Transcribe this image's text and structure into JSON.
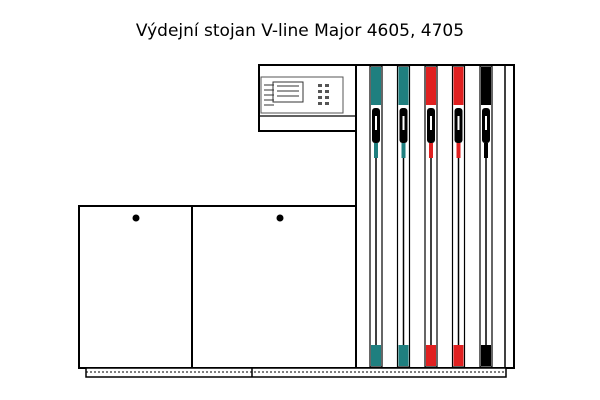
{
  "title": "Výdejní stojan V-line Major 4605, 4705",
  "colors": {
    "outline": "#000000",
    "background": "#ffffff",
    "hose_teal": "#1f7f7f",
    "hose_red": "#e02020",
    "hose_black": "#000000"
  },
  "nozzles": [
    {
      "name": "nozzle-teal-1",
      "color": "#1f7f7f"
    },
    {
      "name": "nozzle-teal-2",
      "color": "#1f7f7f"
    },
    {
      "name": "nozzle-red-1",
      "color": "#e02020"
    },
    {
      "name": "nozzle-red-2",
      "color": "#e02020"
    },
    {
      "name": "nozzle-black-1",
      "color": "#000000"
    }
  ]
}
